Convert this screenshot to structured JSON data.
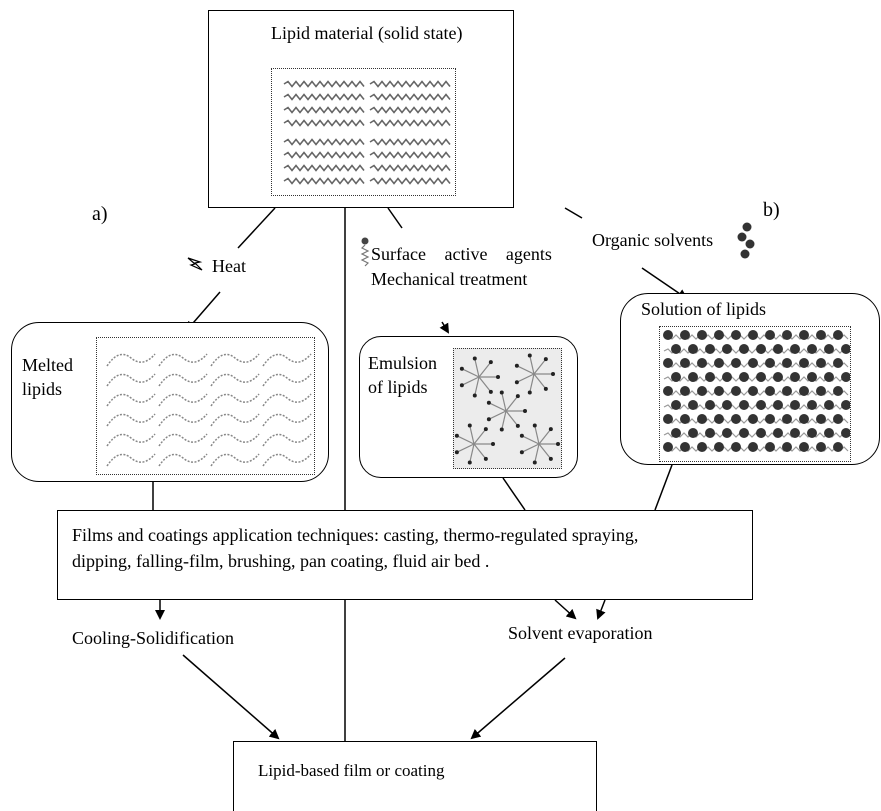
{
  "top_box": {
    "title": "Lipid material (solid state)"
  },
  "labels": {
    "a": "a)",
    "b": "b)",
    "heat": "Heat",
    "surface_agents": "Surface active agents",
    "mechanical": "Mechanical treatment",
    "organic_solvents": "Organic solvents"
  },
  "melted": {
    "line1": "Melted",
    "line2": "lipids"
  },
  "emulsion": {
    "line1": "Emulsion",
    "line2": "of lipids"
  },
  "solution": {
    "title": "Solution of lipids"
  },
  "techniques": {
    "line1": "Films and coatings application techniques: casting, thermo-regulated spraying,",
    "line2": "dipping, falling-film, brushing, pan coating, fluid air bed ."
  },
  "cooling": "Cooling-Solidification",
  "evaporation": "Solvent evaporation",
  "result": "Lipid-based film or coating"
}
